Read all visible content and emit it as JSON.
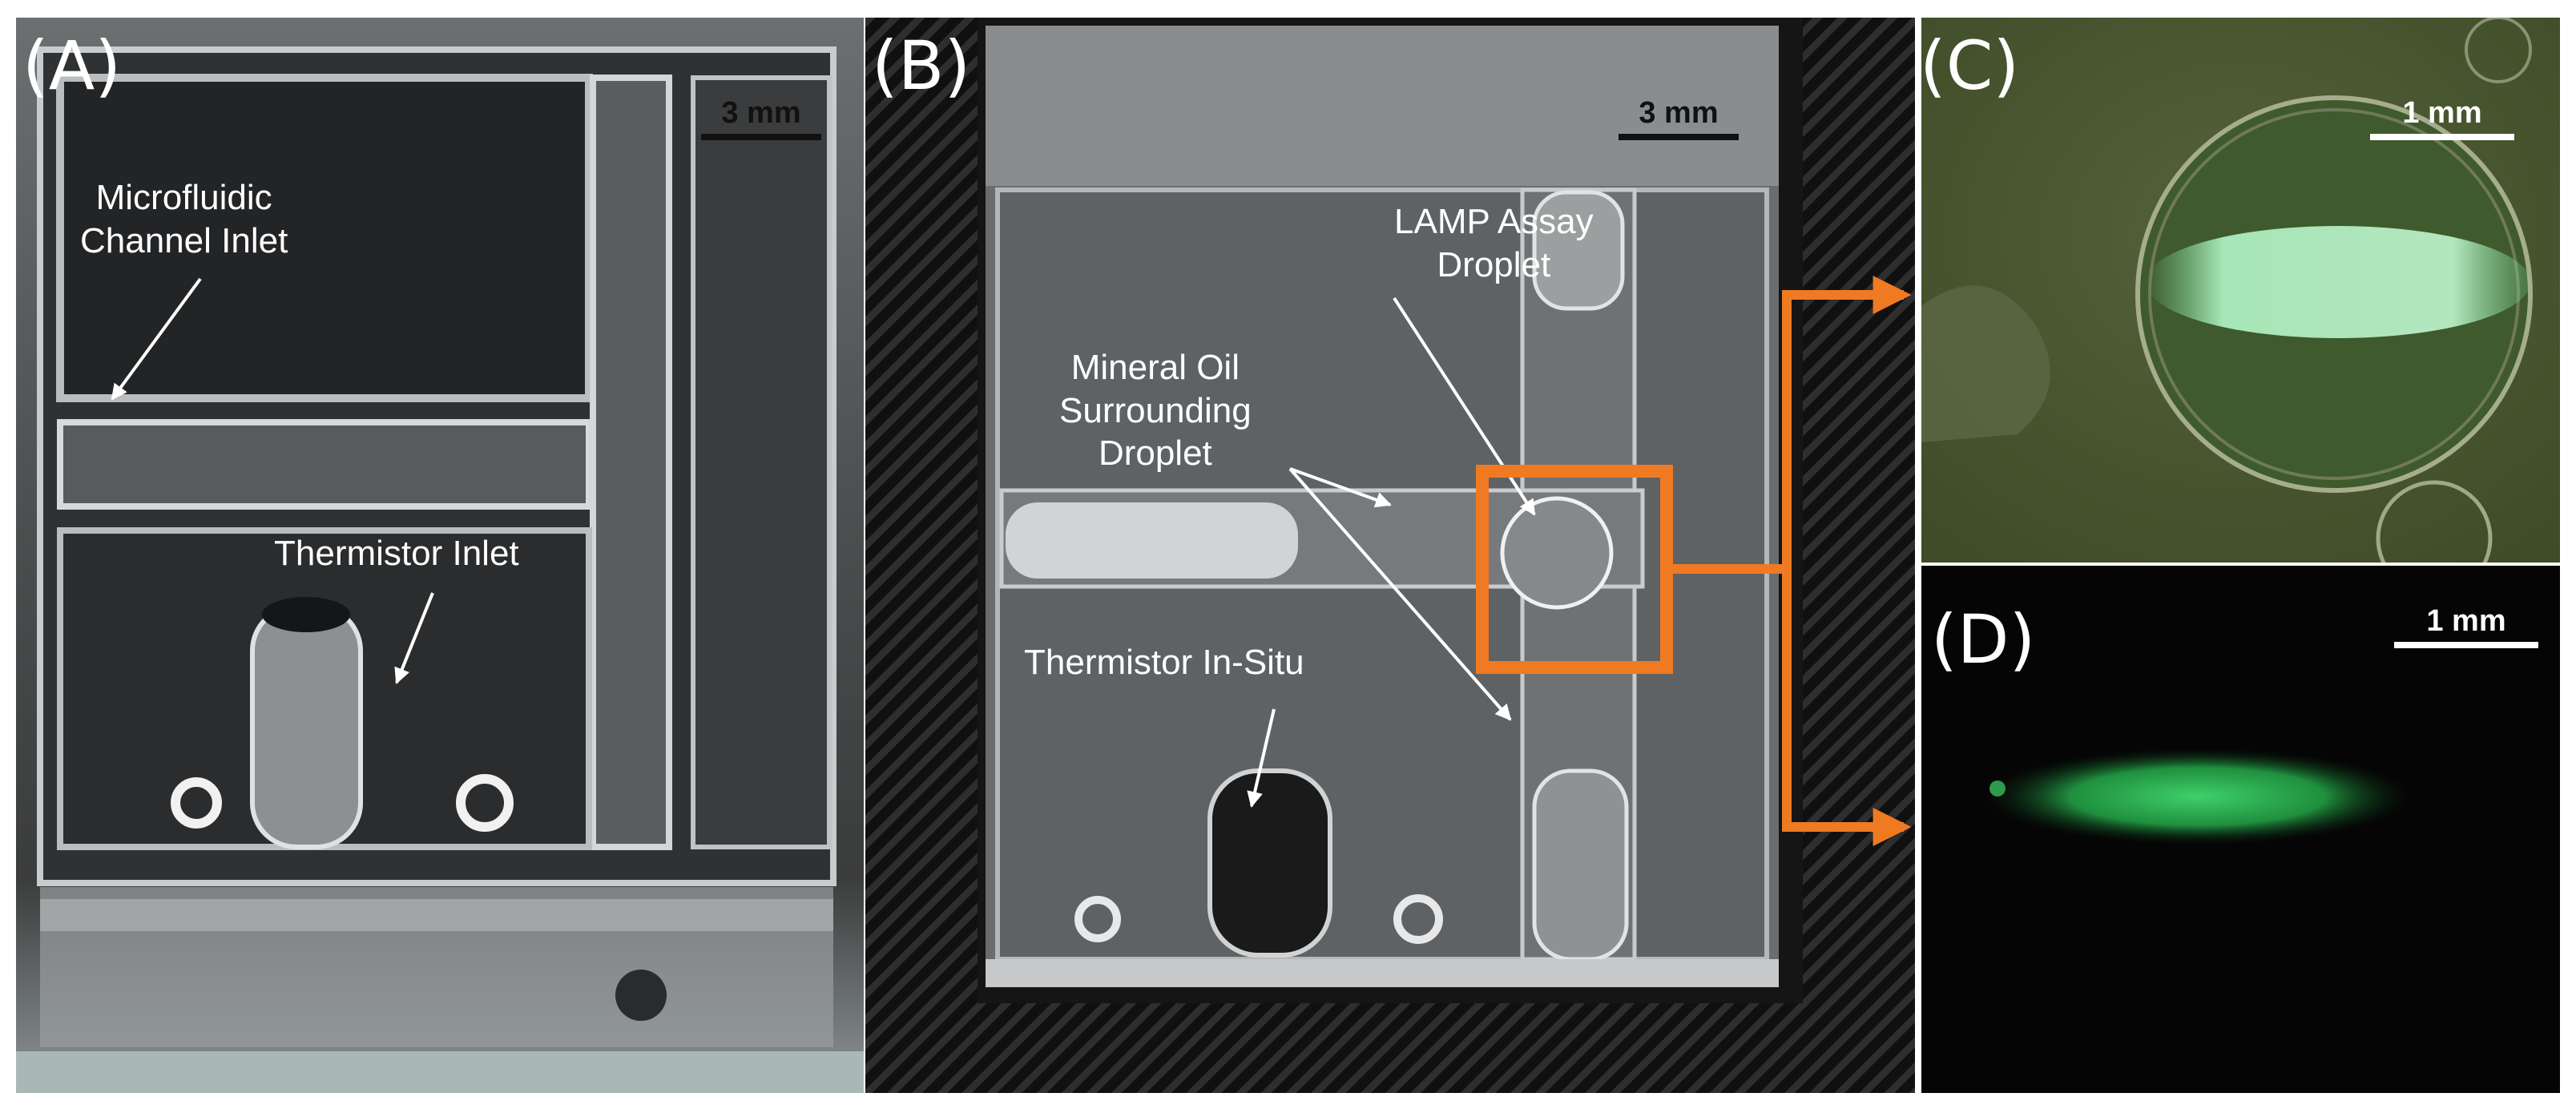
{
  "panels": {
    "a": {
      "label": "(A)",
      "scale_bar": "3 mm",
      "annotations": {
        "channel_inlet": "Microfluidic\nChannel Inlet",
        "thermistor_inlet": "Thermistor Inlet"
      }
    },
    "b": {
      "label": "(B)",
      "scale_bar": "3 mm",
      "annotations": {
        "lamp_droplet": "LAMP Assay\nDroplet",
        "mineral_oil": "Mineral Oil\nSurrounding\nDroplet",
        "thermistor_insitu": "Thermistor In-Situ"
      }
    },
    "c": {
      "label": "(C)",
      "scale_bar": "1 mm"
    },
    "d": {
      "label": "(D)",
      "scale_bar": "1 mm"
    }
  },
  "colors": {
    "highlight": "#F07A22",
    "fluorescence": "#3FD06A",
    "annotation_text": "#FFFFFF"
  },
  "icons": [
    "arrow-icon",
    "highlight-box-icon"
  ]
}
